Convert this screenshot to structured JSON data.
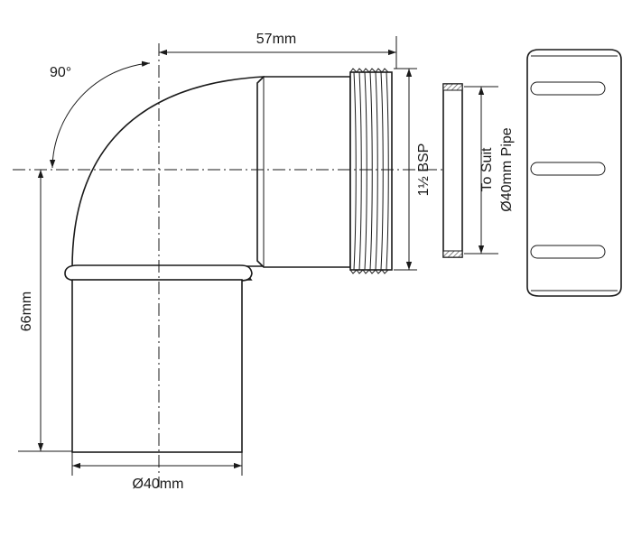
{
  "labels": {
    "angle": "90°",
    "length": "57mm",
    "height": "66mm",
    "diameter": "Ø40mm",
    "thread": "1½ BSP",
    "suit_line1": "To Suit",
    "suit_line2": "Ø40mm Pipe"
  }
}
